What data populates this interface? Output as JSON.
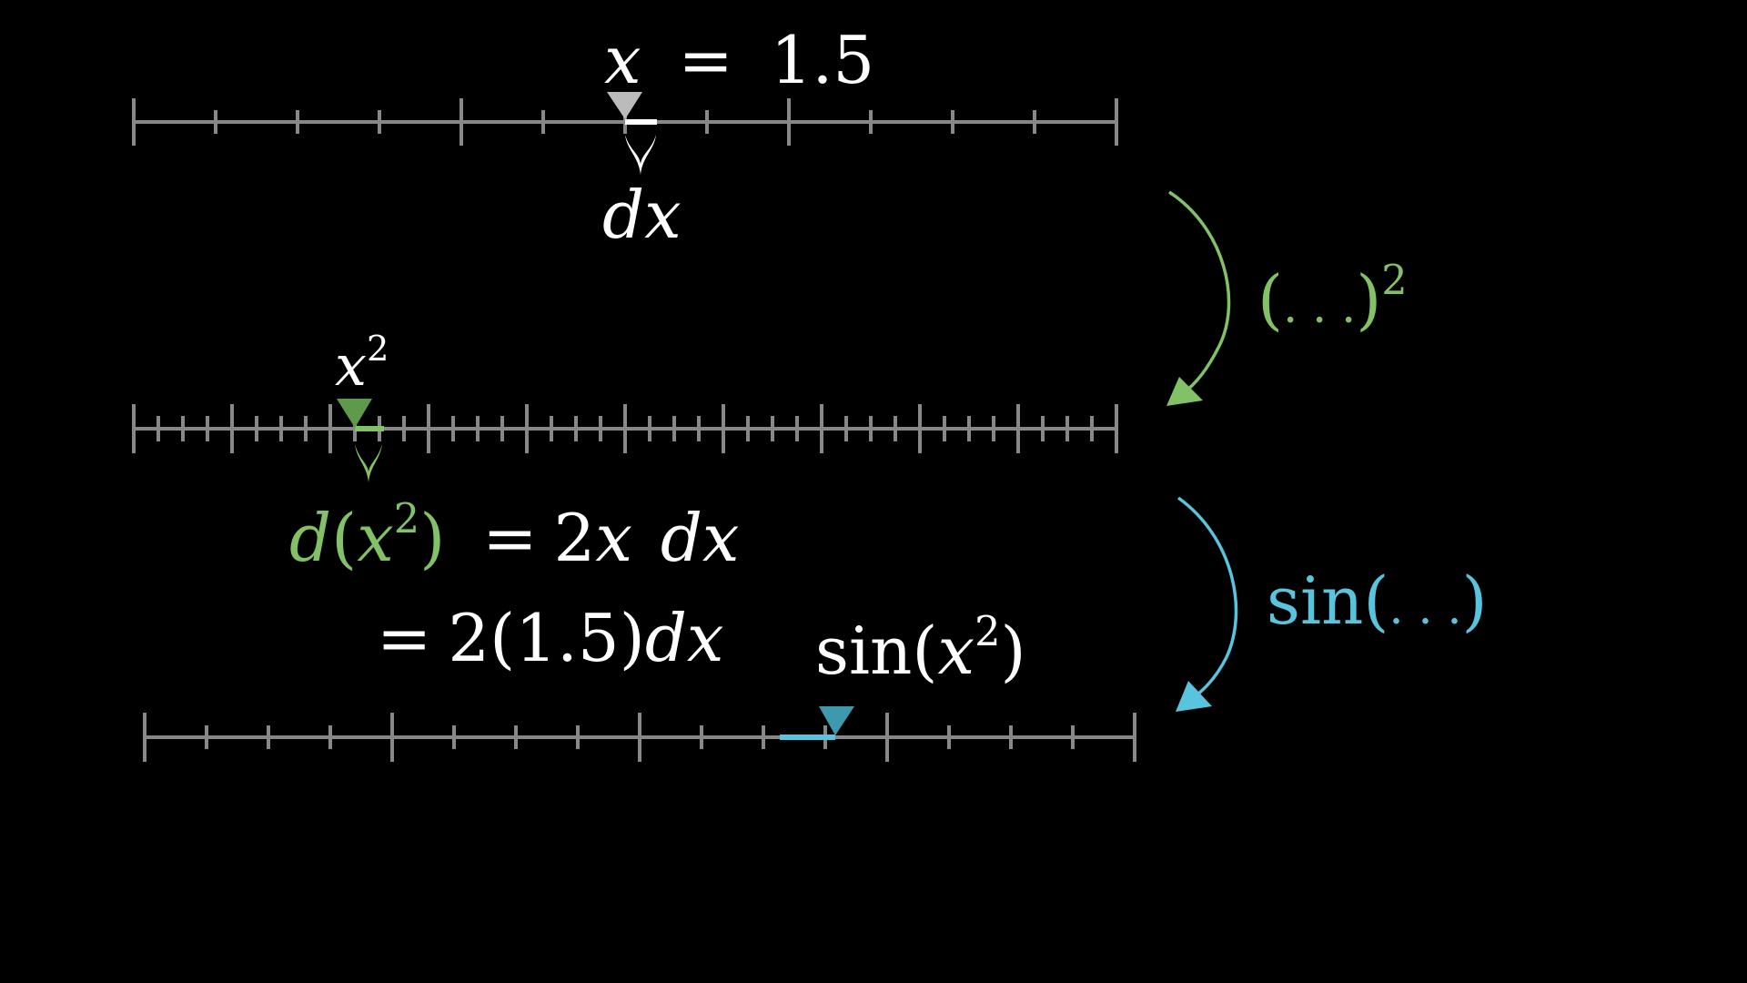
{
  "colors": {
    "background": "#000000",
    "axis": "#888888",
    "white": "#FFFFFF",
    "marker_gray": "#BBBBBB",
    "green": "#83C167",
    "green_marker": "#5E9A4C",
    "blue": "#58C4DD",
    "blue_marker": "#3E98AE"
  },
  "top": {
    "label_var": "x",
    "label_eq": "=",
    "label_value": "1.5",
    "brace_label": "dx"
  },
  "middle": {
    "label_var": "x",
    "label_exp": "2",
    "equation_line1": {
      "lhs": "d(x²)",
      "lhs_d": "d",
      "lhs_open": "(",
      "lhs_x": "x",
      "lhs_exp": "2",
      "lhs_close": ")",
      "rhs_eq": "=",
      "rhs_coef": "2",
      "rhs_x": "x",
      "rhs_dx": "dx"
    },
    "equation_line2": {
      "eq": "=",
      "expr": "2(1.5)",
      "dx": "dx"
    }
  },
  "bottom": {
    "label_fn": "sin",
    "label_open": "(",
    "label_x": "x",
    "label_exp": "2",
    "label_close": ")"
  },
  "transforms": {
    "square": {
      "open": "(",
      "dots": ". . .",
      "close": ")",
      "exp": "2"
    },
    "sine": {
      "fn": "sin",
      "open": "(",
      "dots": ". . .",
      "close": ")"
    }
  },
  "chart_data": [
    {
      "type": "number_line",
      "name": "x-line",
      "range": [
        0,
        3
      ],
      "major_step": 1,
      "minor_step": 0.25,
      "marker_value": 1.5,
      "dx_segment": [
        1.5,
        1.6
      ],
      "label": "x = 1.5",
      "brace_label": "dx",
      "color": "#FFFFFF"
    },
    {
      "type": "number_line",
      "name": "x-squared-line",
      "range": [
        0,
        10
      ],
      "major_step": 1,
      "minor_step": 0.25,
      "marker_value": 2.25,
      "dx_segment": [
        2.25,
        2.55
      ],
      "label": "x^2",
      "brace_label": "d(x^2) = 2x dx = 2(1.5)dx",
      "color": "#83C167"
    },
    {
      "type": "number_line",
      "name": "sin-line",
      "range": [
        -2,
        2
      ],
      "major_step": 1,
      "minor_step": 0.25,
      "marker_value": 0.778,
      "dx_segment": [
        0.55,
        0.778
      ],
      "label": "sin(x^2)",
      "color": "#58C4DD"
    }
  ]
}
